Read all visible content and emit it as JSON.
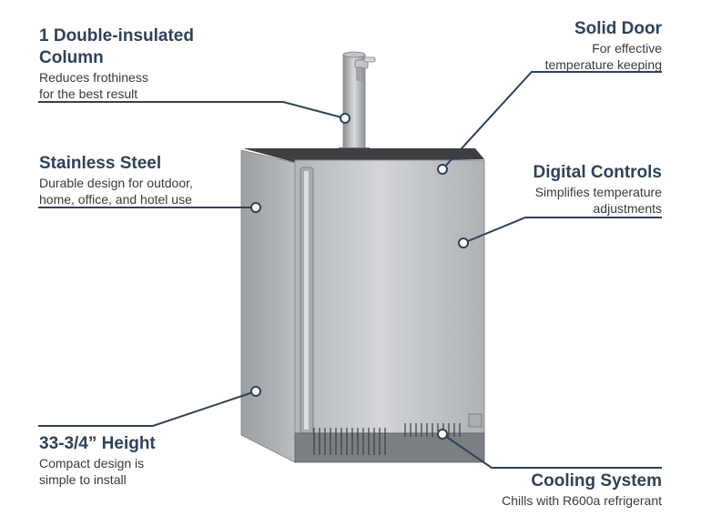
{
  "callouts": {
    "column": {
      "title": "1 Double-insulated Column",
      "desc": "Reduces frothiness for the best result"
    },
    "steel": {
      "title": "Stainless Steel",
      "desc": "Durable design for outdoor, home, office, and hotel use"
    },
    "height": {
      "title": "33-3/4” Height",
      "desc": "Compact design is simple to install"
    },
    "door": {
      "title": "Solid Door",
      "desc": "For effective temperature keeping"
    },
    "controls": {
      "title": "Digital Controls",
      "desc": "Simplifies temperature adjustments"
    },
    "cooling": {
      "title": "Cooling System",
      "desc": "Chills with R600a refrigerant"
    }
  },
  "colors": {
    "accent_line": "#2f4257",
    "steel_light": "#c9cbce",
    "steel_dark": "#8a8d91",
    "title_text": "#2f4257"
  }
}
